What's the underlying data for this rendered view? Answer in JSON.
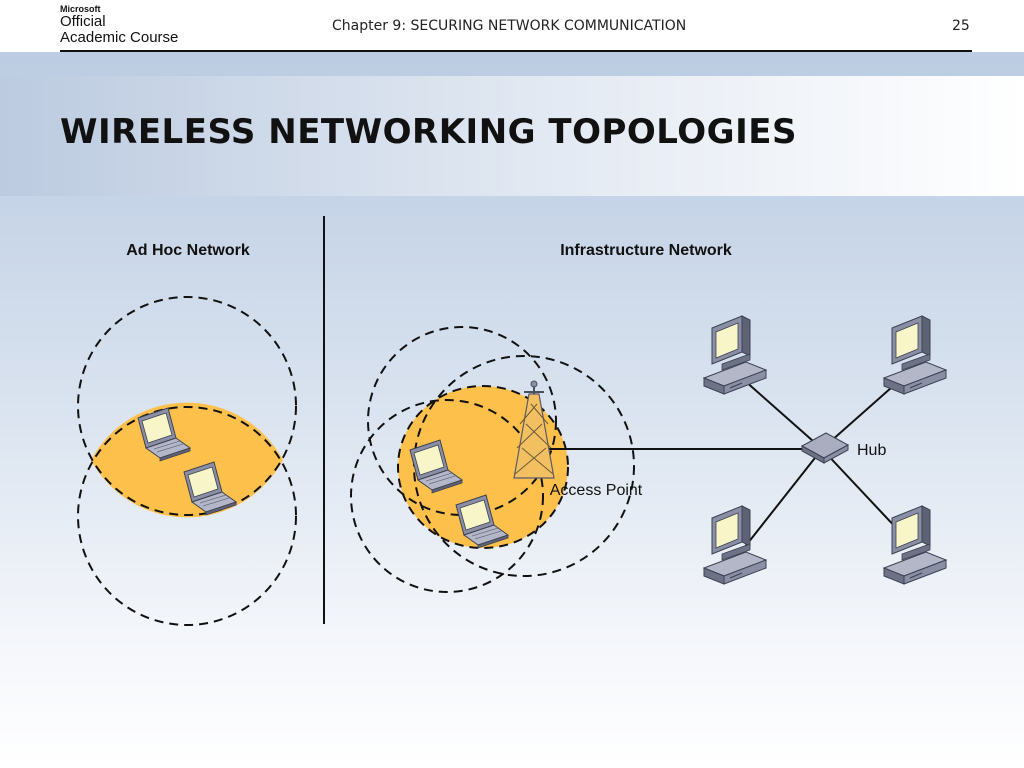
{
  "header": {
    "logo": {
      "brand": "Microsoft",
      "line1": "Official",
      "line2": "Academic Course"
    },
    "chapter": "Chapter 9: SECURING NETWORK COMMUNICATION",
    "page_number": "25"
  },
  "slide": {
    "title": "WIRELESS NETWORKING TOPOLOGIES"
  },
  "diagram": {
    "adhoc": {
      "label": "Ad Hoc Network"
    },
    "infrastructure": {
      "label": "Infrastructure Network",
      "access_point_label": "Access Point",
      "hub_label": "Hub"
    },
    "colors": {
      "overlap_fill": "#fdc04a",
      "circle_stroke": "#111111",
      "laptop_body": "#8a8fa6",
      "screen": "#f8f6c8"
    }
  }
}
